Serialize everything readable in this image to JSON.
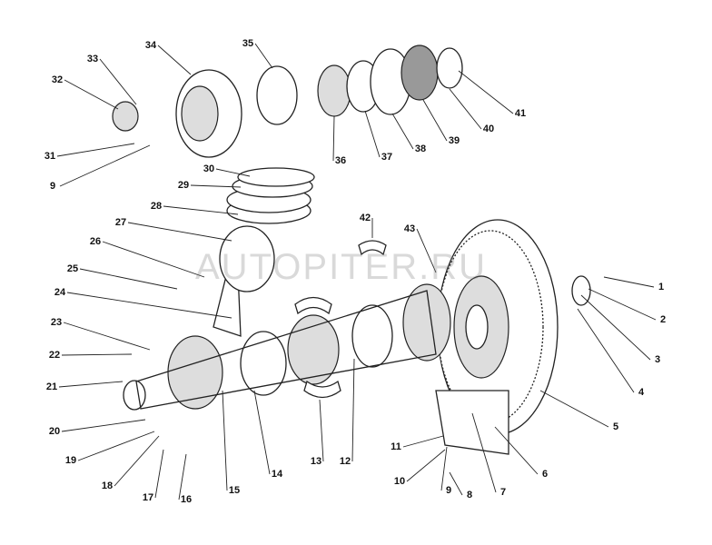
{
  "diagram": {
    "type": "exploded-parts-view",
    "watermark": "AUTOPITER.RU",
    "callouts": [
      "1",
      "2",
      "3",
      "4",
      "5",
      "6",
      "7",
      "8",
      "9",
      "10",
      "11",
      "12",
      "13",
      "14",
      "15",
      "16",
      "17",
      "18",
      "19",
      "20",
      "21",
      "22",
      "23",
      "24",
      "25",
      "26",
      "27",
      "28",
      "29",
      "30",
      "31",
      "32",
      "33",
      "34",
      "35",
      "36",
      "37",
      "38",
      "39",
      "40",
      "41",
      "42",
      "43",
      "9"
    ]
  }
}
